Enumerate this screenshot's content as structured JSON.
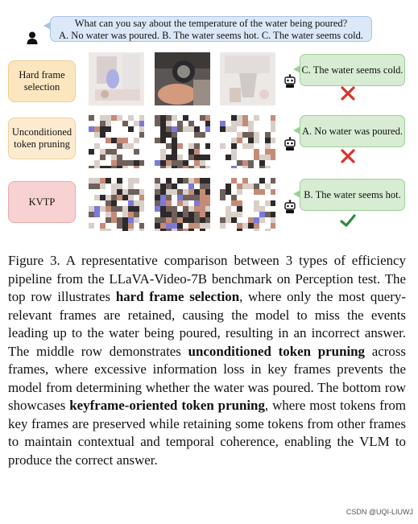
{
  "question": {
    "line1": "What can you say about the temperature of the water being poured?",
    "line2": "A. No water was poured.  B. The water seems hot.  C. The water seems cold."
  },
  "rows": [
    {
      "method": "Hard frame selection",
      "answer": "C. The water seems cold.",
      "result": "wrong",
      "result_icon": "cross-icon"
    },
    {
      "method": "Unconditioned token pruning",
      "answer": "A. No water was poured.",
      "result": "wrong",
      "result_icon": "cross-icon"
    },
    {
      "method": "KVTP",
      "answer": "B. The water seems hot.",
      "result": "correct",
      "result_icon": "check-icon"
    }
  ],
  "colors": {
    "question_bubble": "#dbe8f7",
    "answer_bubble": "#d7ecd2",
    "hard_frame_box": "#fbe6bf",
    "unconditioned_box": "#fdebd0",
    "kvtp_box": "#f8d2d2",
    "cross": "#d9342b",
    "check": "#2e8b3a"
  },
  "caption": {
    "p1": "Figure 3. A representative comparison between 3 types of efficiency pipeline from the LLaVA-Video-7B benchmark on Perception test. The top row illustrates ",
    "b1": "hard frame selection",
    "p2": ", where only the most query-relevant frames are retained, causing the model to miss the events leading up to the water being poured, resulting in an incorrect answer. The middle row demonstrates ",
    "b2": "unconditioned token pruning",
    "p3": " across frames, where excessive information loss in key frames prevents the model from determining whether the water was poured. The bottom row showcases ",
    "b3": "keyframe-oriented token pruning",
    "p4": ", where most tokens from key frames are preserved while retaining some tokens from other frames to maintain contextual and temporal coherence, enabling the VLM to produce the correct answer."
  },
  "watermark": "CSDN @UQI-LIUWJ"
}
